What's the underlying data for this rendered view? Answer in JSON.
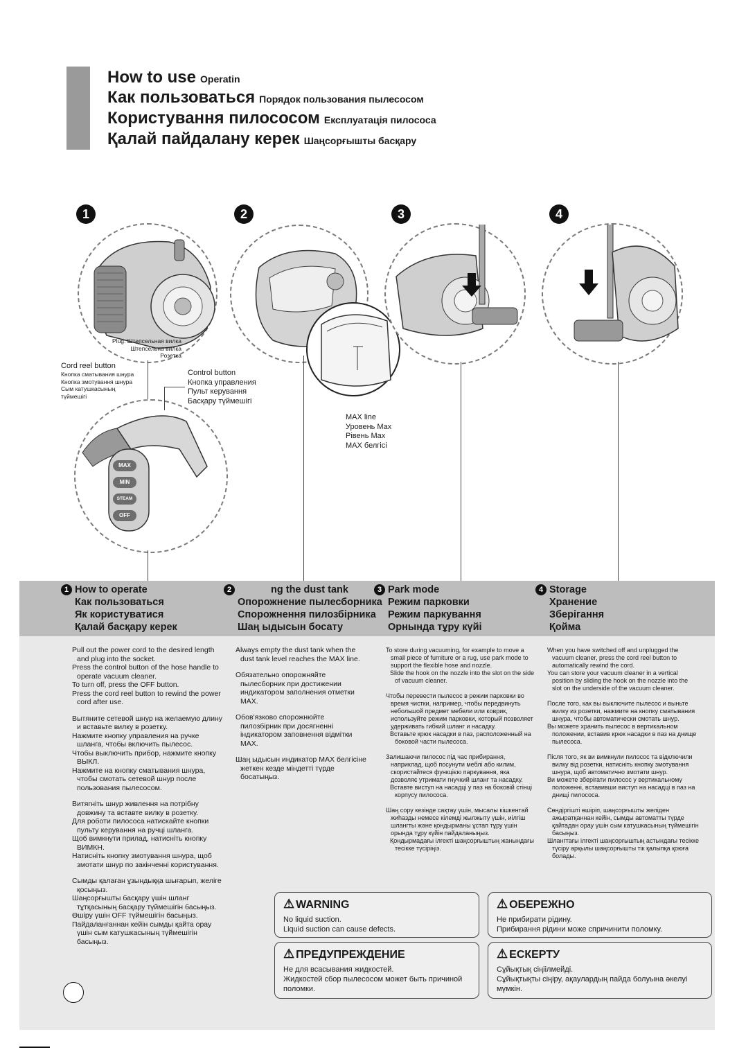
{
  "title": {
    "lines": [
      {
        "main": "How to use",
        "sub": "Operatin"
      },
      {
        "main": "Как пользоваться",
        "sub": "Порядок пользования пылесосом"
      },
      {
        "main": "Користування пилососом",
        "sub": "Експлуатація пилососа"
      },
      {
        "main": "Қалай пайдалану керек",
        "sub": "Шаңсорғышты басқару"
      }
    ]
  },
  "steps": [
    "1",
    "2",
    "3",
    "4"
  ],
  "callouts": {
    "plug": [
      "Plug. Штепсельная вилка",
      "Штепсельна вилка",
      "Розетка"
    ],
    "cord_reel": [
      "Cord reel button",
      "Кнопка сматывания шнура",
      "Кнопка змотування шнура",
      "Сым катушкасының",
      "түймешігі"
    ],
    "control": [
      "Control button",
      "Кнопка управления",
      "Пульт керування",
      "Басқару түймешігі"
    ],
    "max_line": [
      "MAX line",
      "Уровень Max",
      "Рівень Max",
      "MAX белгісі"
    ]
  },
  "handle_buttons": [
    "MAX",
    "MIN",
    "STEAM",
    "OFF"
  ],
  "headers": [
    {
      "num": "1",
      "lines": [
        "How to operate",
        "Как пользоваться",
        "Як користуватися",
        "Қалай басқару керек"
      ]
    },
    {
      "num": "2",
      "lines": [
        "ng the dust tank",
        "Опорожнение пылесборника",
        "Спорожнення пилозбірника",
        "Шаң ыдысын босату"
      ]
    },
    {
      "num": "3",
      "lines": [
        "Park mode",
        "Режим парковки",
        "Режим паркування",
        "Орнында тұру күйі"
      ]
    },
    {
      "num": "4",
      "lines": [
        "Storage",
        "Хранение",
        "Зберігання",
        "Қойма"
      ]
    }
  ],
  "col1": [
    [
      "Pull out the power cord to the desired length and plug into the socket.",
      "Press the control button of the hose handle to operate vacuum cleaner.",
      "To turn off, press the OFF button.",
      "Press the cord reel button to rewind the power cord after use."
    ],
    [
      "Вытяните сетевой шнур на желаемую длину и вставьте вилку в розетку.",
      "Нажмите кнопку управления на ручке шланга, чтобы включить пылесос.",
      "Чтобы выключить прибор, нажмите кнопку ВЫКЛ.",
      "Нажмите на кнопку сматывания шнура, чтобы смотать сетевой шнур после пользования пылесосом."
    ],
    [
      "Витягніть шнур живлення на потрібну довжину та вставте вилку в розетку.",
      "Для роботи пилососа натискайте кнопки пульту керування на ручці шланга.",
      "Щоб вимкнути прилад, натисніть кнопку ВИМКН.",
      "Натисніть кнопку змотування шнура, щоб змотати шнур по закінченні користування."
    ],
    [
      "Сымды қалаған ұзындыққа шығарып, желіге қосыңыз.",
      "Шаңсорғышты басқару үшін шланг тұтқасының басқару түймешігін басыңыз.",
      "Өшіру үшін OFF түймешігін басыңыз.",
      "Пайдаланғаннан кейін сымды қайта орау үшін сым катушкасының түймешігін басыңыз."
    ]
  ],
  "col2": [
    "Always empty the dust tank when the dust tank level reaches the MAX line.",
    "Обязательно опорожняйте пылесборник при достижении индикатором заполнения отметки MAX.",
    "Обов'язково спорожнюйте пилозбірник при досягненні індикатором заповнення відмітки MAX.",
    "Шаң ыдысын индикатор MAX белгісіне жеткен кезде міндетті түрде босатыңыз."
  ],
  "col3": [
    {
      "main": "To store during vacuuming, for example to move a small piece of furniture or a rug, use park mode to support the flexible hose and nozzle.",
      "sub": "Slide the hook on the nozzle into the slot on the side of vacuum cleaner."
    },
    {
      "main": "Чтобы перевести пылесос в режим парковки во время чистки, например, чтобы передвинуть небольшой предмет мебели или коврик, используйте режим парковки, который позволяет удерживать гибкий шланг и насадку.",
      "sub": "Вставьте крюк насадки в паз, расположенный на боковой части пылесоса."
    },
    {
      "main": "Залишаючи пилосос під час прибирання, наприклад, щоб посунути меблі або килим, скористайтеся функцією паркування, яка дозволяє утримати гнучкий шланг та насадку.",
      "sub": "Вставте виступ на насадці у паз на боковій стінці корпусу пилососа."
    },
    {
      "main": "Шаң сору кезінде сақтау үшін, мысалы кішкентай жиһазды немесе кілемді жылжыту үшін, иілгіш шлангты және қондырманы ұстап тұру үшін орында тұру күйін пайдаланыңыз.",
      "sub": "Қондырмадағы ілгекті шаңсорғыштың жанындағы тесікке түсіріңіз."
    }
  ],
  "col4": [
    [
      "When you have switched off and unplugged the vacuum cleaner, press the cord reel button to automatically rewind the cord.",
      "You can store your vacuum cleaner in a vertical position by sliding the hook on the nozzle into the slot on the underside of the vacuum cleaner."
    ],
    [
      "После того, как вы выключите пылесос и выньте вилку из розетки, нажмите на кнопку сматывания шнура, чтобы автоматически смотать шнур.",
      "Вы можете хранить пылесос в вертикальном положении, вставив крюк насадки в паз на днище пылесоса."
    ],
    [
      "Після того, як ви вимкнули пилосос та відключили вилку від розетки, натисніть кнопку змотування шнура, щоб автоматично змотати шнур.",
      "Ви можете зберігати пилосос у вертикальному положенні, вставивши виступ на насадці в паз на днищі пилососа."
    ],
    [
      "Сөндіргішті өшіріп, шаңсорғышты желіден ажыратқаннан кейін, сымды автоматты түрде қайтадан орау үшін сым катушкасының түймешігін басыңыз.",
      "Шлангтағы ілгекті шаңсорғыштың астындағы тесікке түсіру арқылы шаңсорғышты тік қалыпқа қоюға болады."
    ]
  ],
  "warnings": {
    "warning": {
      "title": "WARNING",
      "lines": [
        "No liquid suction.",
        "Liquid suction can cause defects."
      ]
    },
    "oberezhno": {
      "title": "ОБЕРЕЖНО",
      "lines": [
        "Не прибирати рідину.",
        "Прибирання рідини може спричинити поломку."
      ]
    },
    "preduprezhdenie": {
      "title": "ПРЕДУПРЕЖДЕНИЕ",
      "lines": [
        "Не для всасывания жидкостей.",
        "Жидкостей сбор пылесосом может быть причиной поломки."
      ]
    },
    "eskertu": {
      "title": "ЕСКЕРТУ",
      "lines": [
        "Сұйықтық сіңіілмейді.",
        "Сұйықтықты сіңіру, ақаулардың пайда болуына әкелуі мүмкін."
      ]
    }
  }
}
